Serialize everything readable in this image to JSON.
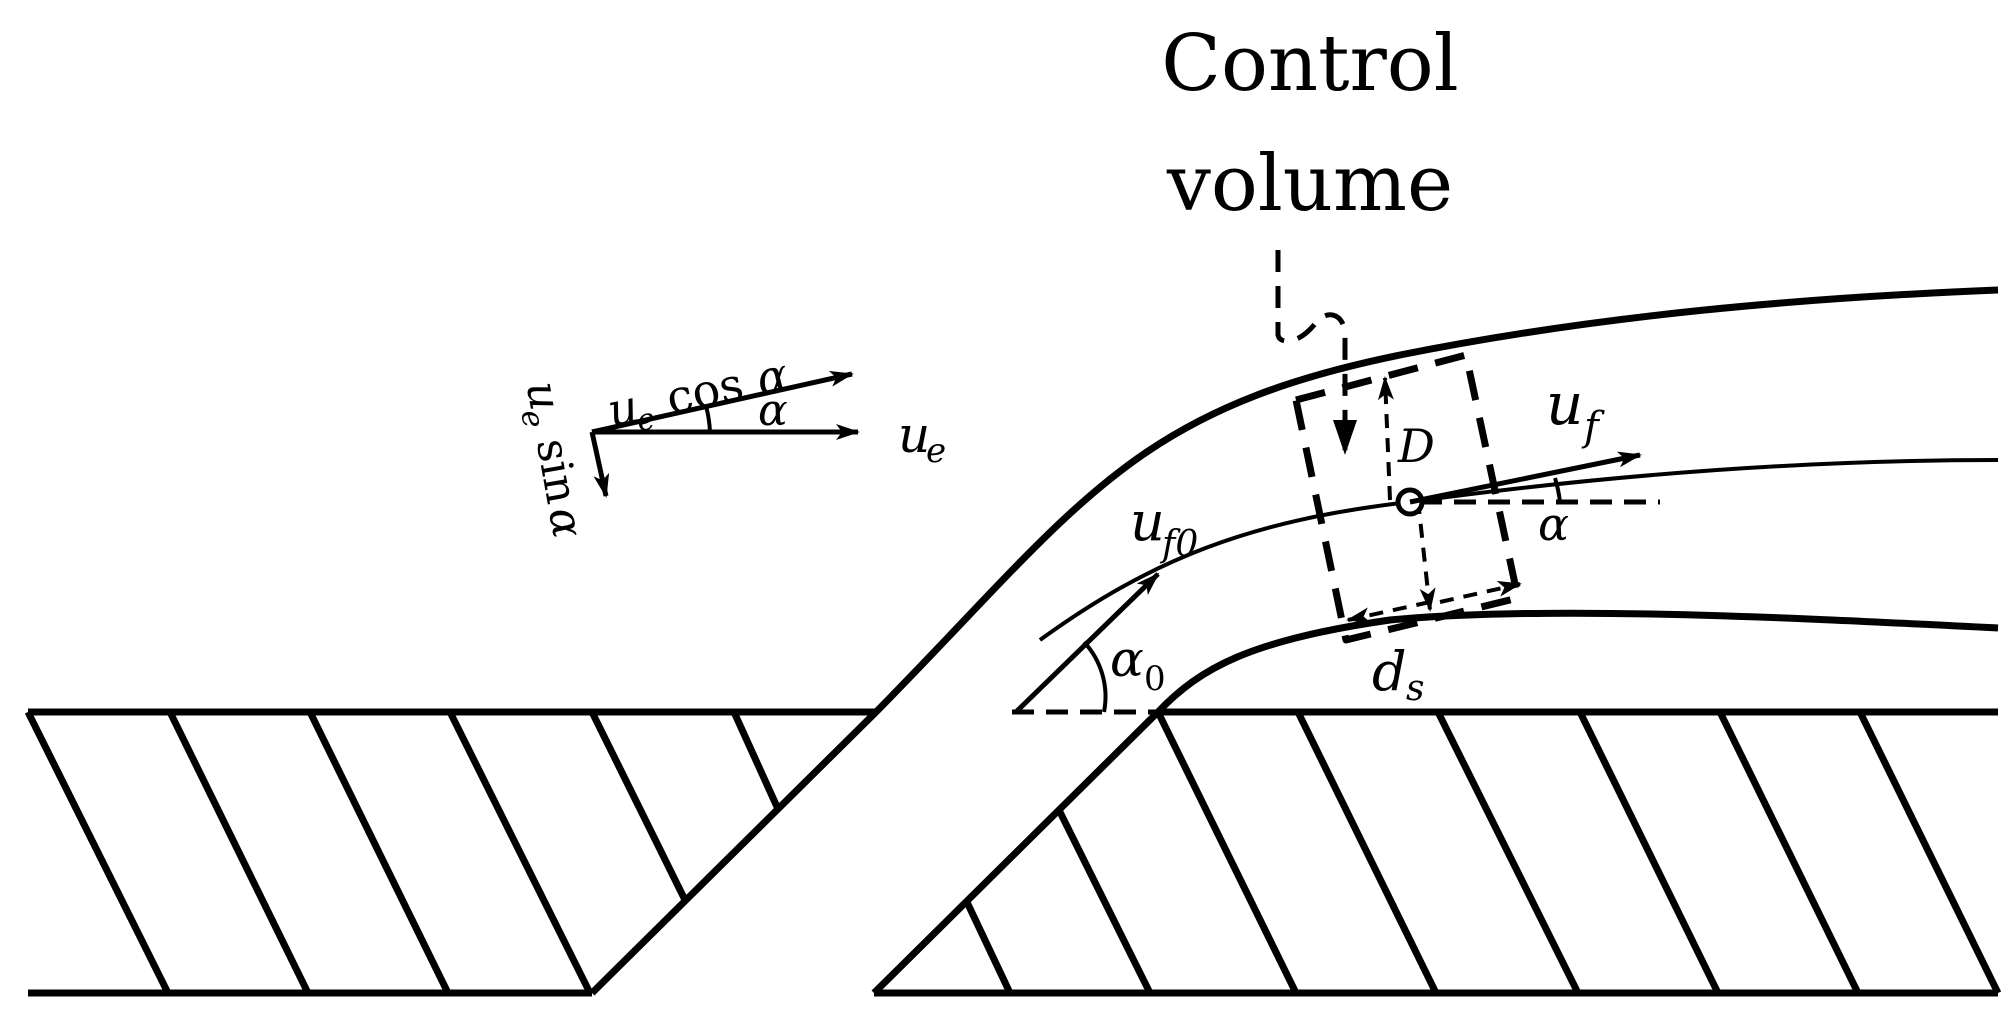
{
  "diagram": {
    "title_line1": "Control",
    "title_line2": "volume",
    "labels": {
      "ue": "u",
      "ue_sub": "e",
      "ue_cos_u": "u",
      "ue_cos_sub": "e",
      "ue_cos_fn": "cos",
      "ue_cos_alpha": "α",
      "ue_sin_u": "u",
      "ue_sin_sub": "e",
      "ue_sin_fn": "sin",
      "ue_sin_alpha": "α",
      "alpha_small": "α",
      "uf0": "u",
      "uf0_sub": "f0",
      "uf": "u",
      "uf_sub": "f",
      "D": "D",
      "alpha_right": "α",
      "alpha0": "α",
      "alpha0_sub": "0",
      "ds": "d",
      "ds_sub": "s"
    },
    "colors": {
      "ink": "#000000",
      "background": "#ffffff"
    }
  }
}
